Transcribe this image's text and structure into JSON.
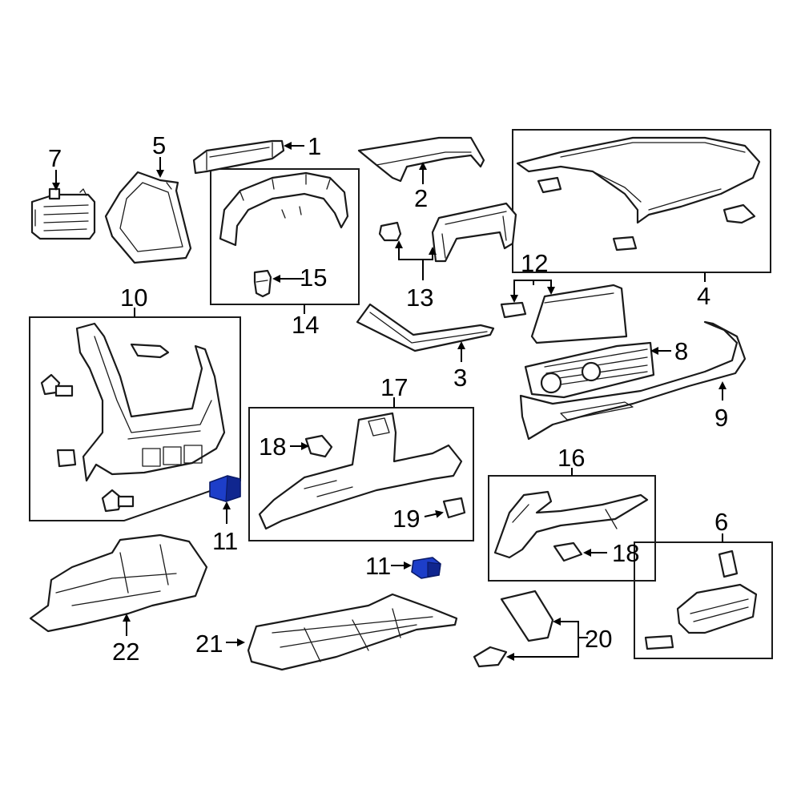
{
  "callouts": [
    {
      "id": "1",
      "label": "1"
    },
    {
      "id": "2",
      "label": "2"
    },
    {
      "id": "3",
      "label": "3"
    },
    {
      "id": "4",
      "label": "4"
    },
    {
      "id": "5",
      "label": "5"
    },
    {
      "id": "6",
      "label": "6"
    },
    {
      "id": "7",
      "label": "7"
    },
    {
      "id": "8",
      "label": "8"
    },
    {
      "id": "9",
      "label": "9"
    },
    {
      "id": "10",
      "label": "10"
    },
    {
      "id": "11a",
      "label": "11"
    },
    {
      "id": "11b",
      "label": "11"
    },
    {
      "id": "12",
      "label": "12"
    },
    {
      "id": "13",
      "label": "13"
    },
    {
      "id": "14",
      "label": "14"
    },
    {
      "id": "15",
      "label": "15"
    },
    {
      "id": "16",
      "label": "16"
    },
    {
      "id": "17",
      "label": "17"
    },
    {
      "id": "18a",
      "label": "18"
    },
    {
      "id": "18b",
      "label": "18"
    },
    {
      "id": "19",
      "label": "19"
    },
    {
      "id": "20",
      "label": "20"
    },
    {
      "id": "21",
      "label": "21"
    },
    {
      "id": "22",
      "label": "22"
    }
  ],
  "highlight_color": "#1d3ec9",
  "highlighted_part": "11"
}
